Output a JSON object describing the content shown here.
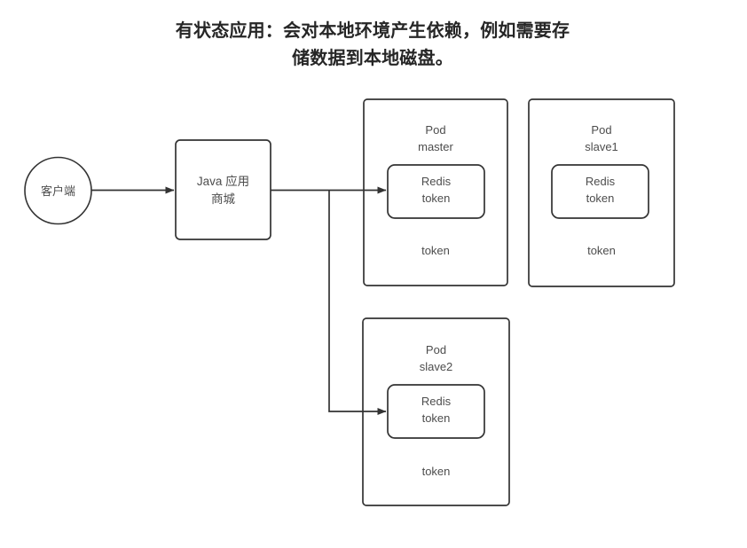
{
  "diagram": {
    "title": "有状态应用：会对本地环境产生依赖，例如需要存\n储数据到本地磁盘。",
    "client": {
      "label": "客户端"
    },
    "app": {
      "label": "Java 应用\n商城"
    },
    "pods": [
      {
        "id": "master",
        "header": "Pod\nmaster",
        "inner": "Redis\ntoken",
        "footer": "token",
        "has_incoming_arrow": true
      },
      {
        "id": "slave1",
        "header": "Pod\nslave1",
        "inner": "Redis\ntoken",
        "footer": "token",
        "has_incoming_arrow": false
      },
      {
        "id": "slave2",
        "header": "Pod\nslave2",
        "inner": "Redis\ntoken",
        "footer": "token",
        "has_incoming_arrow": true
      }
    ],
    "colors": {
      "stroke": "#333333",
      "title_text": "#262626",
      "body_text": "#4d4d4d",
      "background": "#ffffff"
    }
  }
}
